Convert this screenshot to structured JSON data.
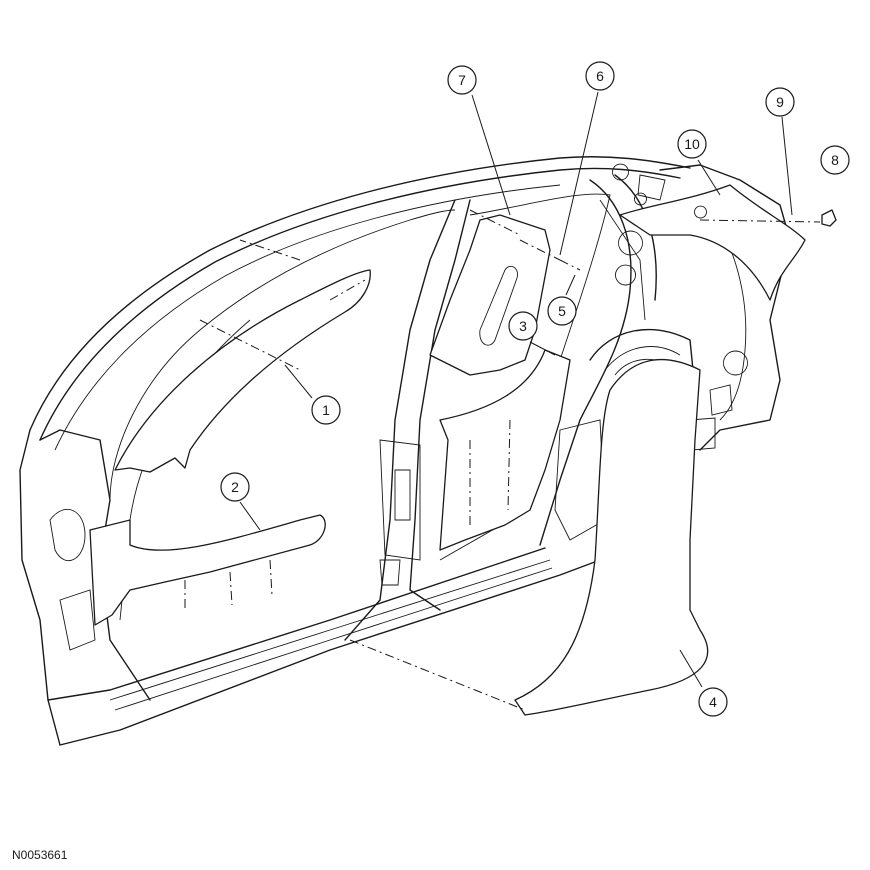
{
  "figure_id": "N0053661",
  "callouts": [
    {
      "id": "1",
      "label": "1"
    },
    {
      "id": "2",
      "label": "2"
    },
    {
      "id": "3",
      "label": "3"
    },
    {
      "id": "4",
      "label": "4"
    },
    {
      "id": "5",
      "label": "5"
    },
    {
      "id": "6",
      "label": "6"
    },
    {
      "id": "7",
      "label": "7"
    },
    {
      "id": "8",
      "label": "8"
    },
    {
      "id": "9",
      "label": "9"
    },
    {
      "id": "10",
      "label": "10"
    }
  ]
}
